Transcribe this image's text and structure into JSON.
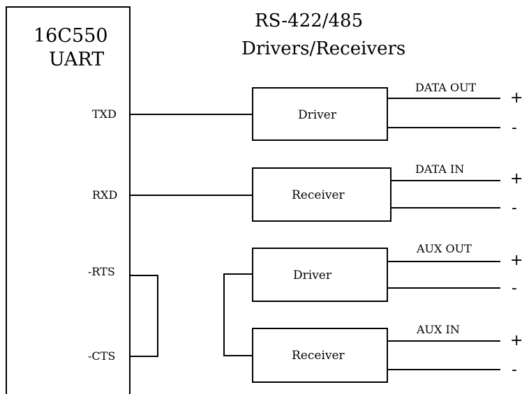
{
  "uart": {
    "title_line1": "16C550",
    "title_line2": "UART",
    "pins": {
      "txd": "TXD",
      "rxd": "RXD",
      "rts": "-RTS",
      "cts": "-CTS"
    }
  },
  "transceivers": {
    "title_line1": "RS-422/485",
    "title_line2": "Drivers/Receivers"
  },
  "blocks": {
    "data_driver": "Driver",
    "data_receiver": "Receiver",
    "aux_driver": "Driver",
    "aux_receiver": "Receiver"
  },
  "signals": {
    "data_out": "DATA OUT",
    "data_in": "DATA IN",
    "aux_out": "AUX OUT",
    "aux_in": "AUX IN"
  },
  "polarity": {
    "plus": "+",
    "minus": "-"
  }
}
